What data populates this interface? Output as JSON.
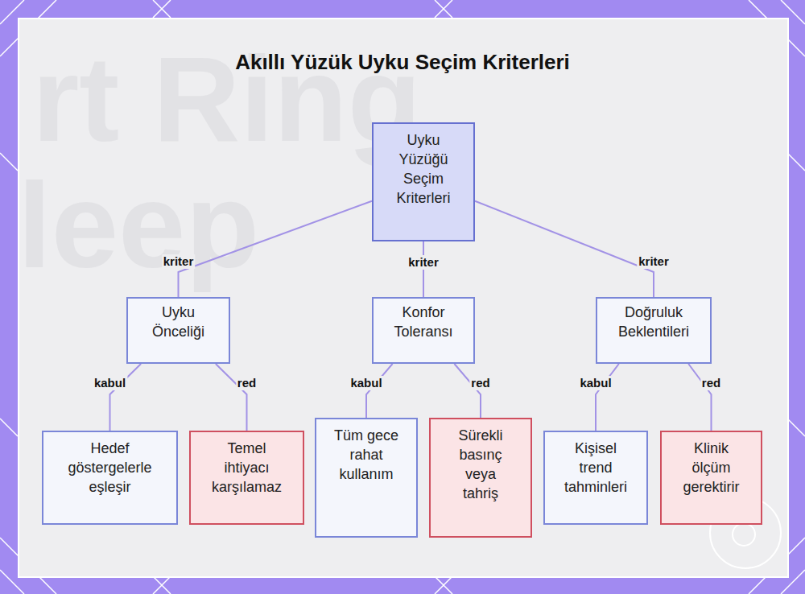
{
  "diagram": {
    "title": "Akıllı Yüzük Uyku Seçim Kriterleri",
    "nodes": [
      {
        "text": [
          "Uyku Yüzüğü Seçim Kriterleri"
        ]
      },
      {
        "text": [
          "Uyku Önceliği"
        ]
      },
      {
        "text": [
          "Konfor Toleransı"
        ]
      },
      {
        "text": [
          "Doğruluk Beklentileri"
        ]
      },
      {
        "text": [
          "Hedef göstergelerle eşleşir"
        ]
      },
      {
        "text": [
          "Temel ihtiyacı karşılamaz"
        ]
      },
      {
        "text": [
          "Tüm gece rahat kullanım"
        ]
      },
      {
        "text": [
          "Sürekli basınç veya tahriş"
        ]
      },
      {
        "text": [
          "Kişisel trend tahminleri"
        ]
      },
      {
        "text": [
          "Klinik ölçüm gerektirir"
        ]
      }
    ],
    "edges": [
      {
        "from": 0,
        "to": 1,
        "label": "kriter",
        "arrow": "none"
      },
      {
        "from": 0,
        "to": 2,
        "label": "kriter",
        "arrow": "none"
      },
      {
        "from": 0,
        "to": 3,
        "label": "kriter",
        "arrow": "none"
      },
      {
        "from": 1,
        "to": 4,
        "label": "kabul",
        "arrow": "none"
      },
      {
        "from": 1,
        "to": 5,
        "label": "red",
        "arrow": "none"
      },
      {
        "from": 2,
        "to": 6,
        "label": "kabul",
        "arrow": "none"
      },
      {
        "from": 2,
        "to": 7,
        "label": "red",
        "arrow": "none"
      },
      {
        "from": 3,
        "to": 8,
        "label": "kabul",
        "arrow": "none"
      },
      {
        "from": 3,
        "to": 9,
        "label": "red",
        "arrow": "none"
      }
    ],
    "labels": [
      "rt Ring",
      "leep"
    ]
  }
}
